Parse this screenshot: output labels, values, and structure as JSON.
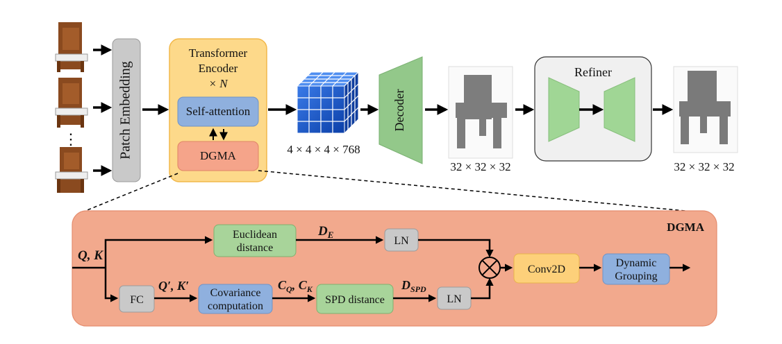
{
  "patch_embedding": {
    "label": "Patch Embedding"
  },
  "transformer_encoder": {
    "line1": "Transformer",
    "line2": "Encoder",
    "line3": "× N"
  },
  "self_attention": {
    "label": "Self-attention"
  },
  "dgma_small": {
    "label": "DGMA"
  },
  "feature_dims": {
    "label": "4 × 4 × 4 × 768"
  },
  "decoder": {
    "label": "Decoder"
  },
  "decoder_output_dims": {
    "label": "32 × 32 × 32"
  },
  "refiner": {
    "label": "Refiner"
  },
  "refiner_output_dims": {
    "label": "32 × 32 × 32"
  },
  "ellipsis": {
    "label": "⋮"
  },
  "dgma_panel": {
    "title": "DGMA",
    "input_label": "Q, K",
    "euclidean_line1": "Euclidean",
    "euclidean_line2": "distance",
    "de_label": "D",
    "de_sub": "E",
    "ln_top": "LN",
    "fc": "FC",
    "qk_prime": "Q′, K′",
    "cov_line1": "Covariance",
    "cov_line2": "computation",
    "cq_ck": "C",
    "cq_sub": "Q",
    "ck_mid": ", C",
    "ck_sub": "K",
    "spd_distance": "SPD distance",
    "dspd_label": "D",
    "dspd_sub": "SPD",
    "ln_bottom": "LN",
    "conv2d": "Conv2D",
    "dyn_line1": "Dynamic",
    "dyn_line2": "Grouping"
  }
}
